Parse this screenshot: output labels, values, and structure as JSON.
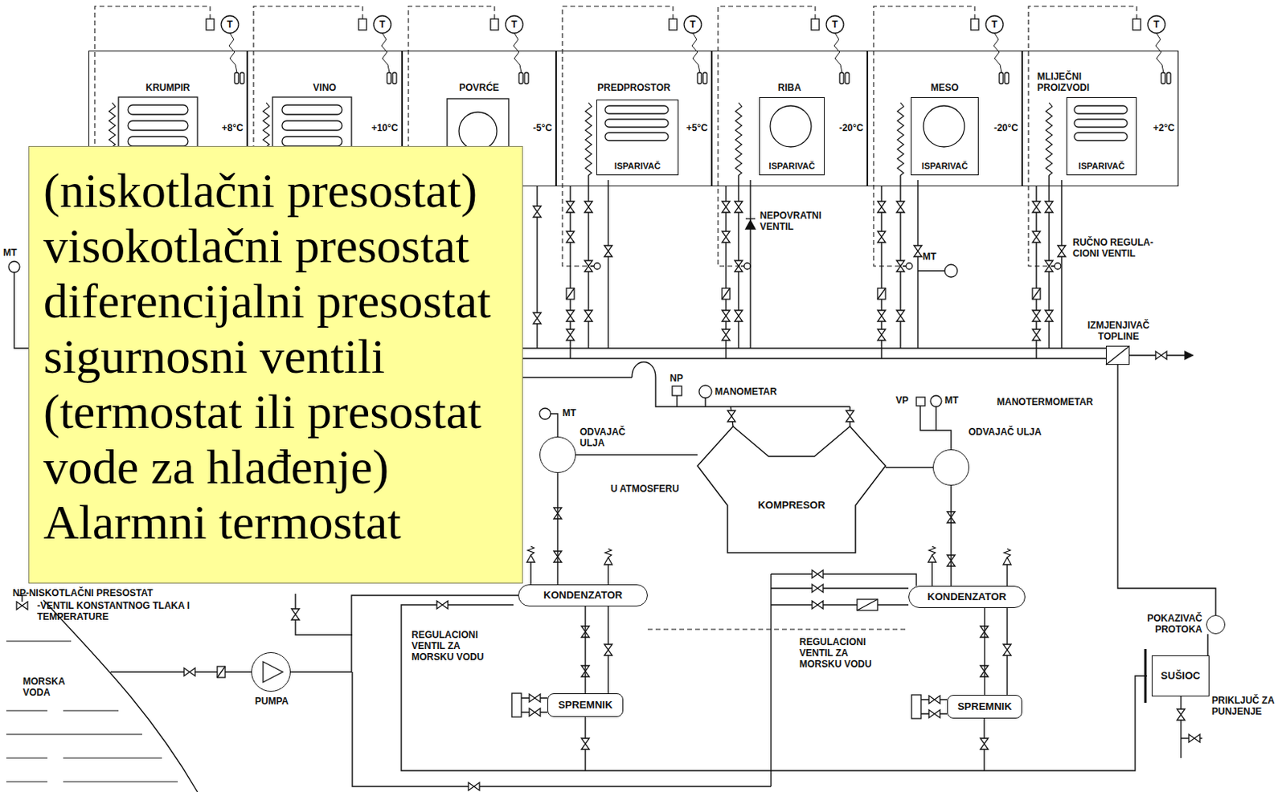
{
  "diagram": {
    "nodes": [
      {
        "text": [
          "KRUMPIR",
          "+8°C"
        ]
      },
      {
        "text": [
          "VINO",
          "+10°C"
        ]
      },
      {
        "text": [
          "POVRĆE",
          "-5°C"
        ]
      },
      {
        "text": [
          "PREDPROSTOR",
          "+5°C"
        ]
      },
      {
        "text": [
          "ISPARIVAČ"
        ],
        "in": 3
      },
      {
        "text": [
          "RIBA",
          "-20°C"
        ]
      },
      {
        "text": [
          "ISPARIVAČ"
        ],
        "in": 5
      },
      {
        "text": [
          "MESO",
          "-20°C"
        ]
      },
      {
        "text": [
          "ISPARIVAČ"
        ],
        "in": 7
      },
      {
        "text": [
          "MLIJEČNI PROIZVODI",
          "+2°C"
        ]
      },
      {
        "text": [
          "ISPARIVAČ"
        ],
        "in": 9
      },
      {
        "text": [
          "IZMJENJIVAČ TOPLINE"
        ]
      },
      {
        "text": [
          "ODVAJAČ ULJA"
        ]
      },
      {
        "text": [
          "KOMPRESOR"
        ]
      },
      {
        "text": [
          "ODVAJAČ ULJA"
        ]
      },
      {
        "text": [
          "KONDENZATOR"
        ]
      },
      {
        "text": [
          "KONDENZATOR"
        ]
      },
      {
        "text": [
          "POKAZIVAČ PROTOKA"
        ]
      },
      {
        "text": [
          "SUŠIOC"
        ]
      },
      {
        "text": [
          "PUMPA"
        ]
      },
      {
        "text": [
          "SPREMNIK"
        ]
      },
      {
        "text": [
          "SPREMNIK"
        ]
      },
      {
        "text": [
          "(niskotlačni presostat)",
          "visokotlačni presostat",
          "diferencijalni presostat",
          "sigurnosni ventili",
          "(termostat ili presostat vode za hlađenje)",
          "Alarmni termostat"
        ]
      }
    ],
    "edges": [
      {
        "from": 13,
        "to": 12,
        "arrow": "none"
      },
      {
        "from": 13,
        "to": 14,
        "arrow": "none"
      },
      {
        "from": 12,
        "to": 15,
        "arrow": "none"
      },
      {
        "from": 14,
        "to": 16,
        "arrow": "none"
      },
      {
        "from": 15,
        "to": 20,
        "arrow": "none"
      },
      {
        "from": 16,
        "to": 21,
        "arrow": "none"
      },
      {
        "from": 19,
        "to": 15,
        "arrow": "none"
      },
      {
        "from": 18,
        "to": 17,
        "arrow": "none"
      },
      {
        "from": 17,
        "to": 11,
        "arrow": "none"
      }
    ],
    "labels": [
      "T",
      "T",
      "T",
      "T",
      "T",
      "T",
      "T",
      "MT",
      "NEPOVRATNI VENTIL",
      "RUČNO REGULA- CIONI VENTIL",
      "MT",
      "NP",
      "MANOMETAR",
      "MT",
      "VP",
      "MT",
      "MANOTERMOMETAR",
      "U ATMOSFERU",
      "REGULACIONI VENTIL ZA MORSKU VODU",
      "REGULACIONI VENTIL ZA MORSKU VODU",
      "MORSKA VODA",
      "PRIKLJUČ ZA PUNJENJE"
    ],
    "legend": [
      {
        "text": "NP-NISKOTLAČNI PRESOSTAT"
      },
      {
        "text": "-VENTIL KONSTANTNOG TLAKA I TEMPERATURE"
      }
    ]
  }
}
